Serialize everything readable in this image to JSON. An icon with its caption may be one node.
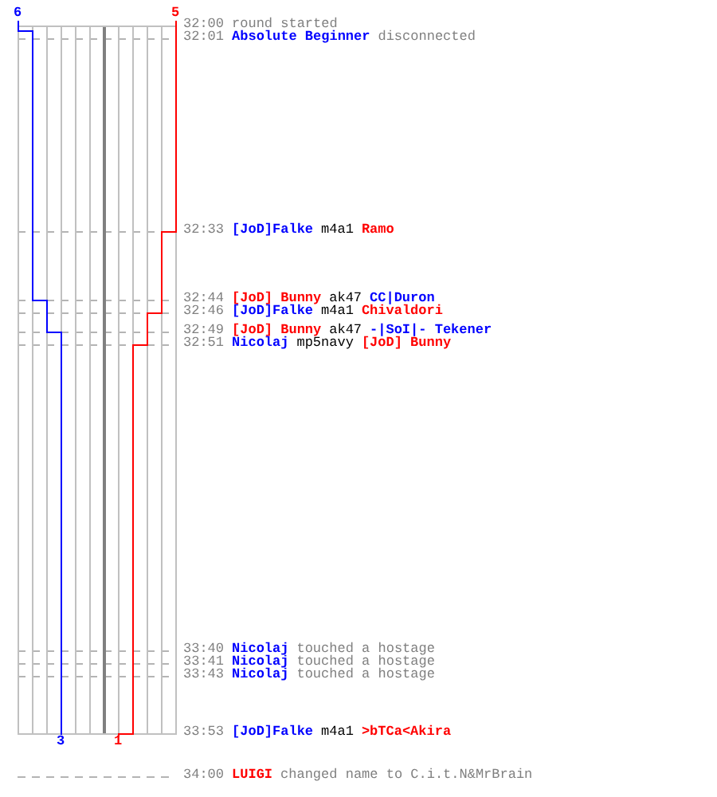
{
  "diagram": {
    "labels": [
      "6",
      "5",
      "32:00",
      "round started",
      "32:01",
      "Absolute Beginner",
      "disconnected",
      "32:33",
      "[JoD]Falke",
      "m4a1",
      "Ramo",
      "32:44",
      "[JoD] Bunny",
      "ak47",
      "CC|Duron",
      "32:46",
      "[JoD]Falke",
      "m4a1",
      "Chivaldori",
      "32:49",
      "[JoD] Bunny",
      "ak47",
      "-|SoI|- Tekener",
      "32:51",
      "Nicolaj",
      "mp5navy",
      "[JoD] Bunny",
      "33:40",
      "Nicolaj",
      "touched a hostage",
      "33:41",
      "Nicolaj",
      "touched a hostage",
      "33:43",
      "Nicolaj",
      "touched a hostage",
      "33:53",
      "[JoD]Falke",
      "m4a1",
      ">bTCa<Akira",
      "3",
      "1",
      "34:00",
      "LUIGI",
      "changed name to C.i.t.N&MrBrain"
    ]
  }
}
